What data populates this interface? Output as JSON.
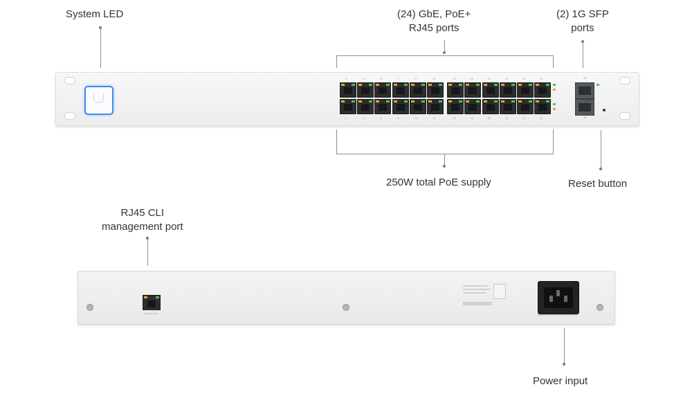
{
  "labels": {
    "system_led": "System LED",
    "poe_ports_line1": "(24) GbE, PoE+",
    "poe_ports_line2": "RJ45 ports",
    "sfp_ports_line1": "(2) 1G SFP",
    "sfp_ports_line2": "ports",
    "poe_supply": "250W total PoE supply",
    "reset_button": "Reset button",
    "cli_port_line1": "RJ45 CLI",
    "cli_port_line2": "management port",
    "power_input": "Power input"
  },
  "colors": {
    "system_led_ring": "#3d8bf0",
    "port_led_left": "#e0a92c",
    "port_led_right": "#4cc25a",
    "chassis": "#f2f2f3"
  },
  "front_panel": {
    "rj45_port_count": 24,
    "sfp_port_count": 2,
    "port_numbers_top": [
      "1",
      "3",
      "5",
      "7",
      "9",
      "11",
      "13",
      "15",
      "17",
      "19",
      "21",
      "23"
    ],
    "port_numbers_bottom": [
      "2",
      "4",
      "6",
      "8",
      "10",
      "12",
      "14",
      "16",
      "18",
      "20",
      "22",
      "24"
    ],
    "sfp_numbers": [
      "25",
      "26"
    ]
  }
}
